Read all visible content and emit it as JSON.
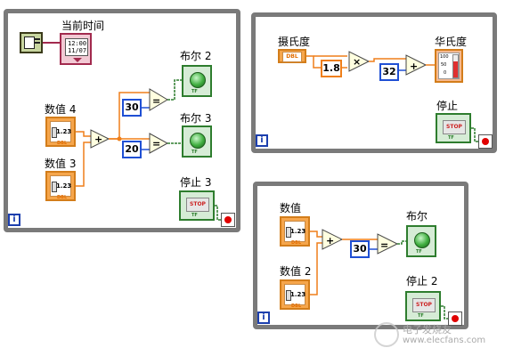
{
  "colors": {
    "loop_border": "#7a7a7a",
    "wire_orange": "#ef7f1a",
    "wire_blue": "#1f4fd4",
    "wire_green": "#2e7d2e"
  },
  "loop1": {
    "iteration": "i",
    "time_label": "当前时间",
    "time_display": [
      "12:00",
      "11/07"
    ],
    "num4_label": "数值 4",
    "num3_label": "数值 3",
    "num_value": "1.23",
    "num_tag": "DBL",
    "const_a": "30",
    "const_b": "20",
    "bool2_label": "布尔 2",
    "bool3_label": "布尔 3",
    "stop_label": "停止 3",
    "stop_text": "STOP",
    "tf": "TF"
  },
  "loop2": {
    "iteration": "i",
    "celsius_label": "摄氏度",
    "celsius_tag": "DBL",
    "const_mul": "1.8",
    "const_add": "32",
    "fahrenheit_label": "华氏度",
    "thermo_ticks": [
      "100",
      "50",
      "0"
    ],
    "stop_label": "停止",
    "stop_text": "STOP",
    "tf": "TF"
  },
  "loop3": {
    "iteration": "i",
    "num_label": "数值",
    "num2_label": "数值 2",
    "num_value": "1.23",
    "num_tag": "DBL",
    "const_a": "30",
    "bool_label": "布尔",
    "stop_label": "停止 2",
    "stop_text": "STOP",
    "tf": "TF"
  },
  "watermark": {
    "text": "www.elecfans.com",
    "brand": "电子发烧友"
  }
}
